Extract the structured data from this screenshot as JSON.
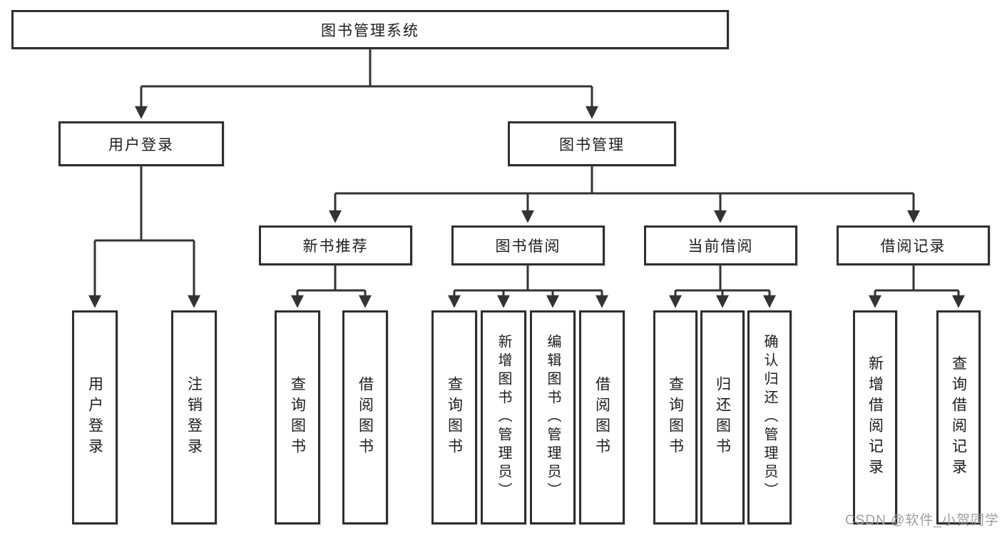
{
  "diagram": {
    "root": {
      "label": "图书管理系统"
    },
    "branches": [
      {
        "label": "用户登录",
        "leaves": [
          "用户登录",
          "注销登录"
        ]
      },
      {
        "label": "图书管理",
        "groups": [
          {
            "label": "新书推荐",
            "leaves": [
              "查询图书",
              "借阅图书"
            ]
          },
          {
            "label": "图书借阅",
            "leaves": [
              "查询图书",
              "新增图书（管理员）",
              "编辑图书（管理员）",
              "借阅图书"
            ]
          },
          {
            "label": "当前借阅",
            "leaves": [
              "查询图书",
              "归还图书",
              "确认归还（管理员）"
            ]
          },
          {
            "label": "借阅记录",
            "leaves": [
              "新增借阅记录",
              "查询借阅记录"
            ]
          }
        ]
      }
    ]
  },
  "watermark": {
    "text": "CSDN @软件_小贺同学"
  },
  "colors": {
    "line": "#333333",
    "box_border": "#2f2f2f",
    "background": "#ffffff",
    "text": "#1c1c1c",
    "watermark": "#9e9e9e"
  }
}
